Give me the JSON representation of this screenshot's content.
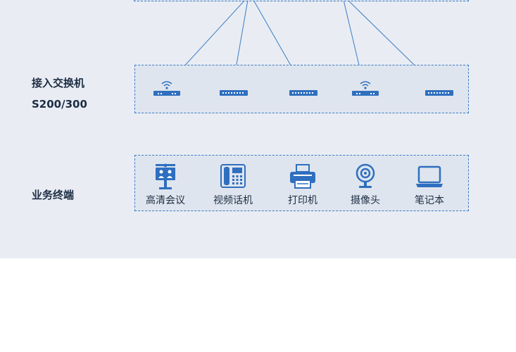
{
  "labels": {
    "access_switch": "接入交换机",
    "switch_model": "S200/300",
    "terminals": "业务终端"
  },
  "switches": [
    {
      "name": "wireless-switch-1",
      "wireless": true
    },
    {
      "name": "switch-2",
      "wireless": false
    },
    {
      "name": "switch-3",
      "wireless": false
    },
    {
      "name": "wireless-switch-4",
      "wireless": true
    },
    {
      "name": "switch-5",
      "wireless": false
    }
  ],
  "terminals": [
    {
      "label": "高清会议",
      "icon": "video-conference-icon"
    },
    {
      "label": "视频话机",
      "icon": "video-phone-icon"
    },
    {
      "label": "打印机",
      "icon": "printer-icon"
    },
    {
      "label": "摄像头",
      "icon": "webcam-icon"
    },
    {
      "label": "笔记本",
      "icon": "laptop-icon"
    }
  ],
  "colors": {
    "accent": "#2f6fbf",
    "panel_bg": "#e9edf3",
    "box_bg": "#dfe5ee",
    "text": "#1d2d44"
  }
}
